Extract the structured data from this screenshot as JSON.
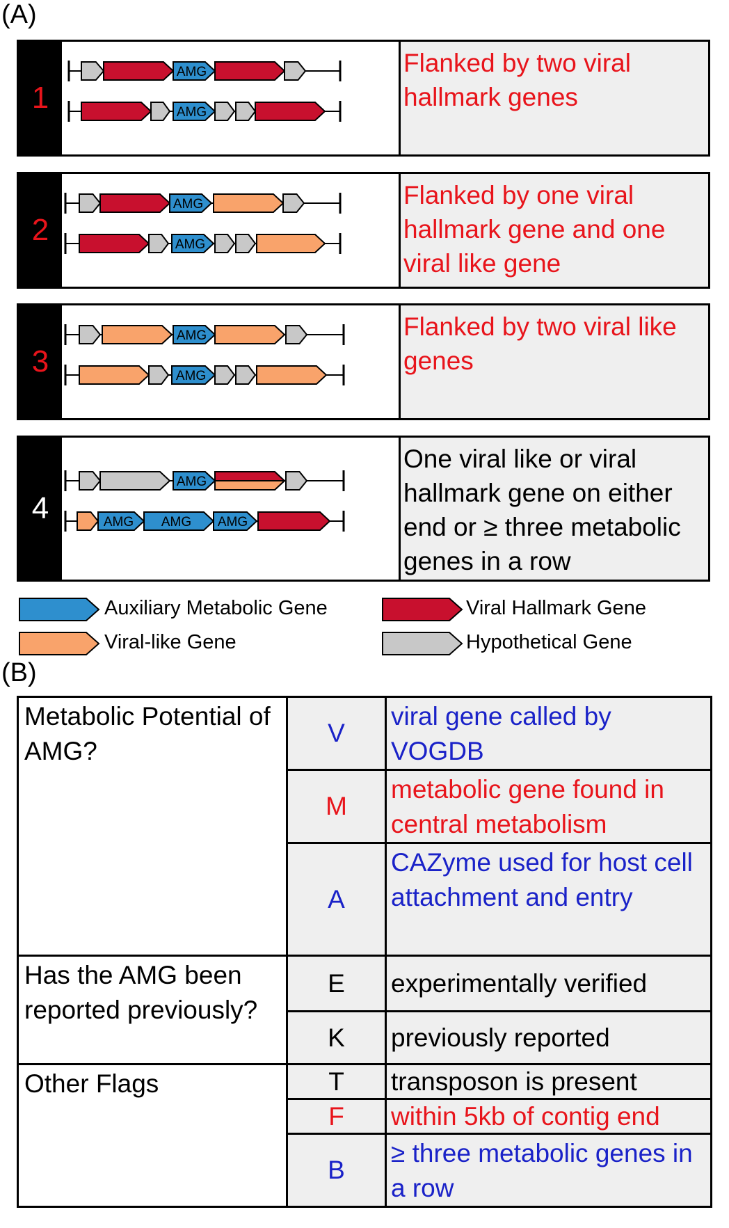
{
  "panel_a": {
    "label": "(A)",
    "categories": [
      {
        "number": "1",
        "number_color": "#e8141b",
        "description": "Flanked by two viral hallmark genes",
        "description_color": "#e8141b"
      },
      {
        "number": "2",
        "number_color": "#e8141b",
        "description": "Flanked by one viral hallmark gene and one viral like gene",
        "description_color": "#e8141b"
      },
      {
        "number": "3",
        "number_color": "#e8141b",
        "description": "Flanked by two viral like genes",
        "description_color": "#e8141b"
      },
      {
        "number": "4",
        "number_color": "#ffffff",
        "description": "One viral like or viral hallmark gene on either end or ≥ three metabolic genes in a row",
        "description_color": "#000000"
      }
    ],
    "gene_label": "AMG"
  },
  "legend": {
    "items": [
      {
        "label": "Auxiliary Metabolic Gene",
        "color": "#2e8fce"
      },
      {
        "label": "Viral Hallmark Gene",
        "color": "#c8102e"
      },
      {
        "label": "Viral-like Gene",
        "color": "#f9a36b"
      },
      {
        "label": "Hypothetical Gene",
        "color": "#c8c8c8"
      }
    ]
  },
  "panel_b": {
    "label": "(B)",
    "groups": {
      "metabolic": "Metabolic Potential of AMG?",
      "reported": "Has the AMG been reported previously?",
      "other": "Other Flags"
    },
    "flags": {
      "V": {
        "code": "V",
        "description": "viral gene called by VOGDB",
        "color": "#1a22c8"
      },
      "M": {
        "code": "M",
        "description": "metabolic gene found in central metabolism",
        "color": "#e8141b"
      },
      "A": {
        "code": "A",
        "description": "CAZyme used for host cell attachment and entry",
        "color": "#1a22c8"
      },
      "E": {
        "code": "E",
        "description": "experimentally verified",
        "color": "#000000"
      },
      "K": {
        "code": "K",
        "description": "previously reported",
        "color": "#000000"
      },
      "T": {
        "code": "T",
        "description": "transposon is present",
        "color": "#000000"
      },
      "F": {
        "code": "F",
        "description": "within 5kb of contig end",
        "color": "#e8141b"
      },
      "B": {
        "code": "B",
        "description": "≥ three metabolic genes in a row",
        "color": "#1a22c8"
      }
    }
  }
}
